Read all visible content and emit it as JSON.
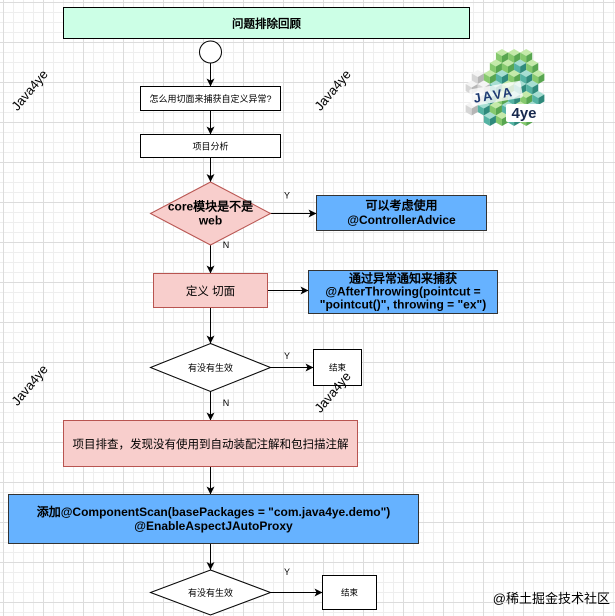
{
  "title": "问题排除回顾",
  "colors": {
    "title_fill": "#ccffe6",
    "pink_fill": "#f8cecc",
    "pink_stroke": "#b85450",
    "blue_fill": "#66b2ff",
    "blue_stroke": "#333333",
    "watermark": "#cccccc",
    "footer_text": "#a3a3a3"
  },
  "flow": {
    "question": "怎么用切面来捕获自定义异常?",
    "analysis": "项目分析",
    "is_web": [
      "core模块是不是",
      "web"
    ],
    "controller_advice": [
      "可以考虑使用",
      "@ControllerAdvice"
    ],
    "define_aspect": "定义 切面",
    "after_throwing": [
      "通过异常通知来捕获",
      "@AfterThrowing(pointcut =",
      "\"pointcut()\", throwing = \"ex\")"
    ],
    "check_1": "有没有生效",
    "end_1": "结束",
    "investigate": "项目排查，发现没有使用到自动装配注解和包扫描注解",
    "add_annotations": [
      "添加@ComponentScan(basePackages = \"com.java4ye.demo\")",
      "@EnableAspectJAutoProxy"
    ],
    "check_2": "有没有生效",
    "end_2": "结束"
  },
  "edge_labels": {
    "is_web_yes": "Y",
    "is_web_no": "N",
    "check_1_yes": "Y",
    "check_1_no": "N",
    "check_2_yes": "Y"
  },
  "watermark": "Java4ye",
  "logo": {
    "top_text": "JAVA",
    "bottom_text": "4ye"
  },
  "footer": "@稀土掘金技术社区"
}
